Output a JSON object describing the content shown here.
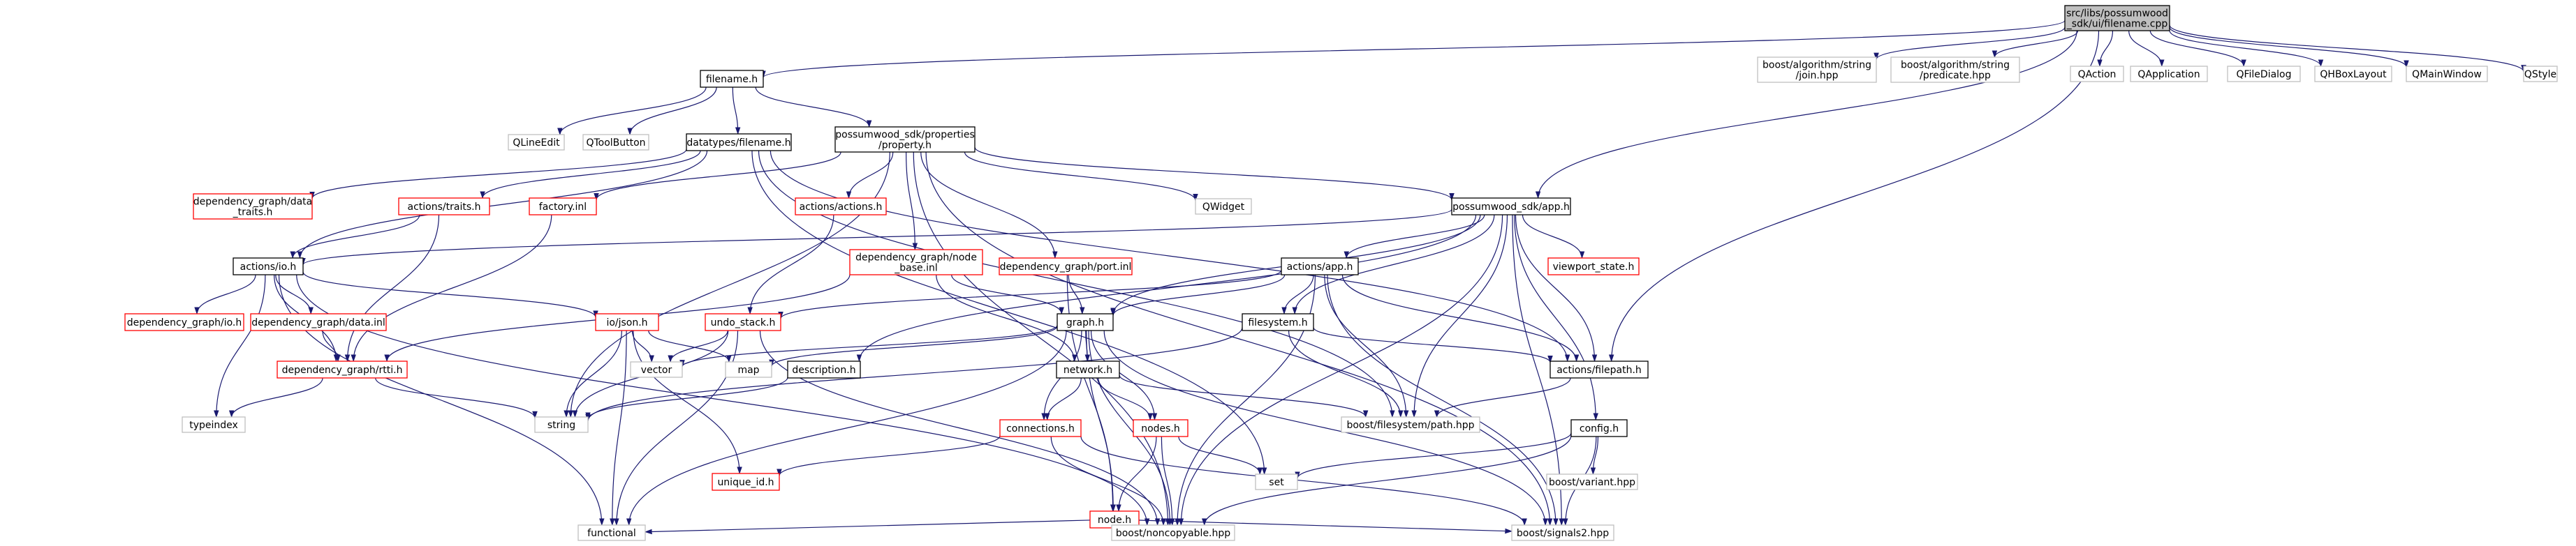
{
  "colors": {
    "edge": "#191970",
    "root_fill": "#bfbfbf",
    "root_border": "#000000",
    "internal_border": "#000000",
    "missing_border": "#ff0000",
    "external_border": "#bfbfbf",
    "text": "#000000"
  },
  "nodes": [
    {
      "id": "root",
      "lines": [
        "src/libs/possumwood",
        "_sdk/ui/filename.cpp"
      ],
      "kind": "root"
    },
    {
      "id": "filename_h",
      "lines": [
        "filename.h"
      ],
      "kind": "internal"
    },
    {
      "id": "qlineedit",
      "lines": [
        "QLineEdit"
      ],
      "kind": "external"
    },
    {
      "id": "qtoolbutton",
      "lines": [
        "QToolButton"
      ],
      "kind": "external"
    },
    {
      "id": "dt_filename",
      "lines": [
        "datatypes/filename.h"
      ],
      "kind": "internal"
    },
    {
      "id": "prop_h",
      "lines": [
        "possumwood_sdk/properties",
        "/property.h"
      ],
      "kind": "internal"
    },
    {
      "id": "dg_data_traits",
      "lines": [
        "dependency_graph/data",
        "_traits.h"
      ],
      "kind": "missing"
    },
    {
      "id": "actions_traits",
      "lines": [
        "actions/traits.h"
      ],
      "kind": "missing"
    },
    {
      "id": "factory_inl",
      "lines": [
        "factory.inl"
      ],
      "kind": "missing"
    },
    {
      "id": "actions_actions",
      "lines": [
        "actions/actions.h"
      ],
      "kind": "missing"
    },
    {
      "id": "qwidget",
      "lines": [
        "QWidget"
      ],
      "kind": "external"
    },
    {
      "id": "app_h",
      "lines": [
        "possumwood_sdk/app.h"
      ],
      "kind": "internal"
    },
    {
      "id": "actions_io",
      "lines": [
        "actions/io.h"
      ],
      "kind": "internal"
    },
    {
      "id": "dg_node_base",
      "lines": [
        "dependency_graph/node",
        "_base.inl"
      ],
      "kind": "missing"
    },
    {
      "id": "dg_port_inl",
      "lines": [
        "dependency_graph/port.inl"
      ],
      "kind": "missing"
    },
    {
      "id": "actions_app",
      "lines": [
        "actions/app.h"
      ],
      "kind": "internal"
    },
    {
      "id": "viewport_state",
      "lines": [
        "viewport_state.h"
      ],
      "kind": "missing"
    },
    {
      "id": "dg_io",
      "lines": [
        "dependency_graph/io.h"
      ],
      "kind": "missing"
    },
    {
      "id": "dg_data_inl",
      "lines": [
        "dependency_graph/data.inl"
      ],
      "kind": "missing"
    },
    {
      "id": "io_json",
      "lines": [
        "io/json.h"
      ],
      "kind": "missing"
    },
    {
      "id": "undo_stack",
      "lines": [
        "undo_stack.h"
      ],
      "kind": "missing"
    },
    {
      "id": "graph_h",
      "lines": [
        "graph.h"
      ],
      "kind": "internal"
    },
    {
      "id": "filesystem_h",
      "lines": [
        "filesystem.h"
      ],
      "kind": "internal"
    },
    {
      "id": "dg_rtti",
      "lines": [
        "dependency_graph/rtti.h"
      ],
      "kind": "missing"
    },
    {
      "id": "vector",
      "lines": [
        "vector"
      ],
      "kind": "external"
    },
    {
      "id": "map",
      "lines": [
        "map"
      ],
      "kind": "external"
    },
    {
      "id": "description_h",
      "lines": [
        "description.h"
      ],
      "kind": "internal"
    },
    {
      "id": "network_h",
      "lines": [
        "network.h"
      ],
      "kind": "internal"
    },
    {
      "id": "actions_filepath",
      "lines": [
        "actions/filepath.h"
      ],
      "kind": "internal"
    },
    {
      "id": "typeindex",
      "lines": [
        "typeindex"
      ],
      "kind": "external"
    },
    {
      "id": "string",
      "lines": [
        "string"
      ],
      "kind": "external"
    },
    {
      "id": "boost_fs_path",
      "lines": [
        "boost/filesystem/path.hpp"
      ],
      "kind": "external"
    },
    {
      "id": "connections_h",
      "lines": [
        "connections.h"
      ],
      "kind": "missing"
    },
    {
      "id": "nodes_h",
      "lines": [
        "nodes.h"
      ],
      "kind": "missing"
    },
    {
      "id": "config_h",
      "lines": [
        "config.h"
      ],
      "kind": "internal"
    },
    {
      "id": "unique_id",
      "lines": [
        "unique_id.h"
      ],
      "kind": "missing"
    },
    {
      "id": "set",
      "lines": [
        "set"
      ],
      "kind": "external"
    },
    {
      "id": "boost_variant",
      "lines": [
        "boost/variant.hpp"
      ],
      "kind": "external"
    },
    {
      "id": "node_h",
      "lines": [
        "node.h"
      ],
      "kind": "missing"
    },
    {
      "id": "functional",
      "lines": [
        "functional"
      ],
      "kind": "external"
    },
    {
      "id": "boost_noncopyable",
      "lines": [
        "boost/noncopyable.hpp"
      ],
      "kind": "external"
    },
    {
      "id": "boost_signals2",
      "lines": [
        "boost/signals2.hpp"
      ],
      "kind": "external"
    },
    {
      "id": "boost_join",
      "lines": [
        "boost/algorithm/string",
        "/join.hpp"
      ],
      "kind": "external"
    },
    {
      "id": "boost_predicate",
      "lines": [
        "boost/algorithm/string",
        "/predicate.hpp"
      ],
      "kind": "external"
    },
    {
      "id": "qaction",
      "lines": [
        "QAction"
      ],
      "kind": "external"
    },
    {
      "id": "qapplication",
      "lines": [
        "QApplication"
      ],
      "kind": "external"
    },
    {
      "id": "qfiledialog",
      "lines": [
        "QFileDialog"
      ],
      "kind": "external"
    },
    {
      "id": "qhboxlayout",
      "lines": [
        "QHBoxLayout"
      ],
      "kind": "external"
    },
    {
      "id": "qmainwindow",
      "lines": [
        "QMainWindow"
      ],
      "kind": "external"
    },
    {
      "id": "qstyle",
      "lines": [
        "QStyle"
      ],
      "kind": "external"
    }
  ],
  "edges": [
    [
      "root",
      "filename_h"
    ],
    [
      "root",
      "app_h"
    ],
    [
      "root",
      "actions_filepath"
    ],
    [
      "root",
      "boost_join"
    ],
    [
      "root",
      "boost_predicate"
    ],
    [
      "root",
      "qaction"
    ],
    [
      "root",
      "qapplication"
    ],
    [
      "root",
      "qfiledialog"
    ],
    [
      "root",
      "qhboxlayout"
    ],
    [
      "root",
      "qmainwindow"
    ],
    [
      "root",
      "qstyle"
    ],
    [
      "filename_h",
      "qlineedit"
    ],
    [
      "filename_h",
      "qtoolbutton"
    ],
    [
      "filename_h",
      "dt_filename"
    ],
    [
      "filename_h",
      "prop_h"
    ],
    [
      "dt_filename",
      "dg_data_traits"
    ],
    [
      "dt_filename",
      "actions_traits"
    ],
    [
      "dt_filename",
      "actions_io"
    ],
    [
      "dt_filename",
      "boost_fs_path"
    ],
    [
      "dt_filename",
      "actions_filepath"
    ],
    [
      "dt_filename",
      "set"
    ],
    [
      "prop_h",
      "factory_inl"
    ],
    [
      "prop_h",
      "actions_actions"
    ],
    [
      "prop_h",
      "dg_node_base"
    ],
    [
      "prop_h",
      "dg_port_inl"
    ],
    [
      "prop_h",
      "qwidget"
    ],
    [
      "prop_h",
      "app_h"
    ],
    [
      "prop_h",
      "string"
    ],
    [
      "prop_h",
      "boost_noncopyable"
    ],
    [
      "prop_h",
      "boost_signals2"
    ],
    [
      "actions_traits",
      "actions_io"
    ],
    [
      "actions_traits",
      "dg_rtti"
    ],
    [
      "factory_inl",
      "dg_rtti"
    ],
    [
      "actions_actions",
      "undo_stack"
    ],
    [
      "app_h",
      "actions_io"
    ],
    [
      "app_h",
      "actions_app"
    ],
    [
      "app_h",
      "viewport_state"
    ],
    [
      "app_h",
      "graph_h"
    ],
    [
      "app_h",
      "filesystem_h"
    ],
    [
      "app_h",
      "actions_filepath"
    ],
    [
      "app_h",
      "config_h"
    ],
    [
      "app_h",
      "boost_fs_path"
    ],
    [
      "app_h",
      "boost_noncopyable"
    ],
    [
      "app_h",
      "boost_signals2"
    ],
    [
      "app_h",
      "description_h"
    ],
    [
      "actions_io",
      "dg_io"
    ],
    [
      "actions_io",
      "dg_data_inl"
    ],
    [
      "actions_io",
      "io_json"
    ],
    [
      "actions_io",
      "dg_rtti"
    ],
    [
      "actions_io",
      "typeindex"
    ],
    [
      "actions_io",
      "functional"
    ],
    [
      "actions_io",
      "boost_noncopyable"
    ],
    [
      "dg_node_base",
      "graph_h"
    ],
    [
      "dg_node_base",
      "network_h"
    ],
    [
      "dg_node_base",
      "dg_rtti"
    ],
    [
      "dg_port_inl",
      "graph_h"
    ],
    [
      "dg_port_inl",
      "node_h"
    ],
    [
      "actions_app",
      "undo_stack"
    ],
    [
      "actions_app",
      "graph_h"
    ],
    [
      "actions_app",
      "filesystem_h"
    ],
    [
      "actions_app",
      "boost_fs_path"
    ],
    [
      "actions_app",
      "boost_noncopyable"
    ],
    [
      "actions_app",
      "boost_signals2"
    ],
    [
      "actions_app",
      "actions_filepath"
    ],
    [
      "dg_data_inl",
      "dg_rtti"
    ],
    [
      "io_json",
      "vector"
    ],
    [
      "io_json",
      "map"
    ],
    [
      "io_json",
      "string"
    ],
    [
      "io_json",
      "functional"
    ],
    [
      "io_json",
      "unique_id"
    ],
    [
      "undo_stack",
      "vector"
    ],
    [
      "undo_stack",
      "string"
    ],
    [
      "undo_stack",
      "functional"
    ],
    [
      "undo_stack",
      "boost_noncopyable"
    ],
    [
      "graph_h",
      "network_h"
    ],
    [
      "graph_h",
      "connections_h"
    ],
    [
      "graph_h",
      "nodes_h"
    ],
    [
      "graph_h",
      "node_h"
    ],
    [
      "graph_h",
      "boost_noncopyable"
    ],
    [
      "graph_h",
      "boost_signals2"
    ],
    [
      "graph_h",
      "map"
    ],
    [
      "graph_h",
      "vector"
    ],
    [
      "graph_h",
      "functional"
    ],
    [
      "filesystem_h",
      "actions_filepath"
    ],
    [
      "filesystem_h",
      "boost_fs_path"
    ],
    [
      "filesystem_h",
      "string"
    ],
    [
      "dg_rtti",
      "typeindex"
    ],
    [
      "dg_rtti",
      "string"
    ],
    [
      "description_h",
      "string"
    ],
    [
      "network_h",
      "connections_h"
    ],
    [
      "network_h",
      "nodes_h"
    ],
    [
      "network_h",
      "boost_fs_path"
    ],
    [
      "actions_filepath",
      "boost_fs_path"
    ],
    [
      "connections_h",
      "unique_id"
    ],
    [
      "connections_h",
      "boost_noncopyable"
    ],
    [
      "connections_h",
      "boost_signals2"
    ],
    [
      "nodes_h",
      "node_h"
    ],
    [
      "nodes_h",
      "set"
    ],
    [
      "nodes_h",
      "boost_noncopyable"
    ],
    [
      "config_h",
      "set"
    ],
    [
      "config_h",
      "boost_variant"
    ],
    [
      "config_h",
      "boost_noncopyable"
    ],
    [
      "config_h",
      "boost_signals2"
    ],
    [
      "node_h",
      "functional"
    ],
    [
      "node_h",
      "boost_noncopyable"
    ],
    [
      "node_h",
      "boost_signals2"
    ]
  ]
}
